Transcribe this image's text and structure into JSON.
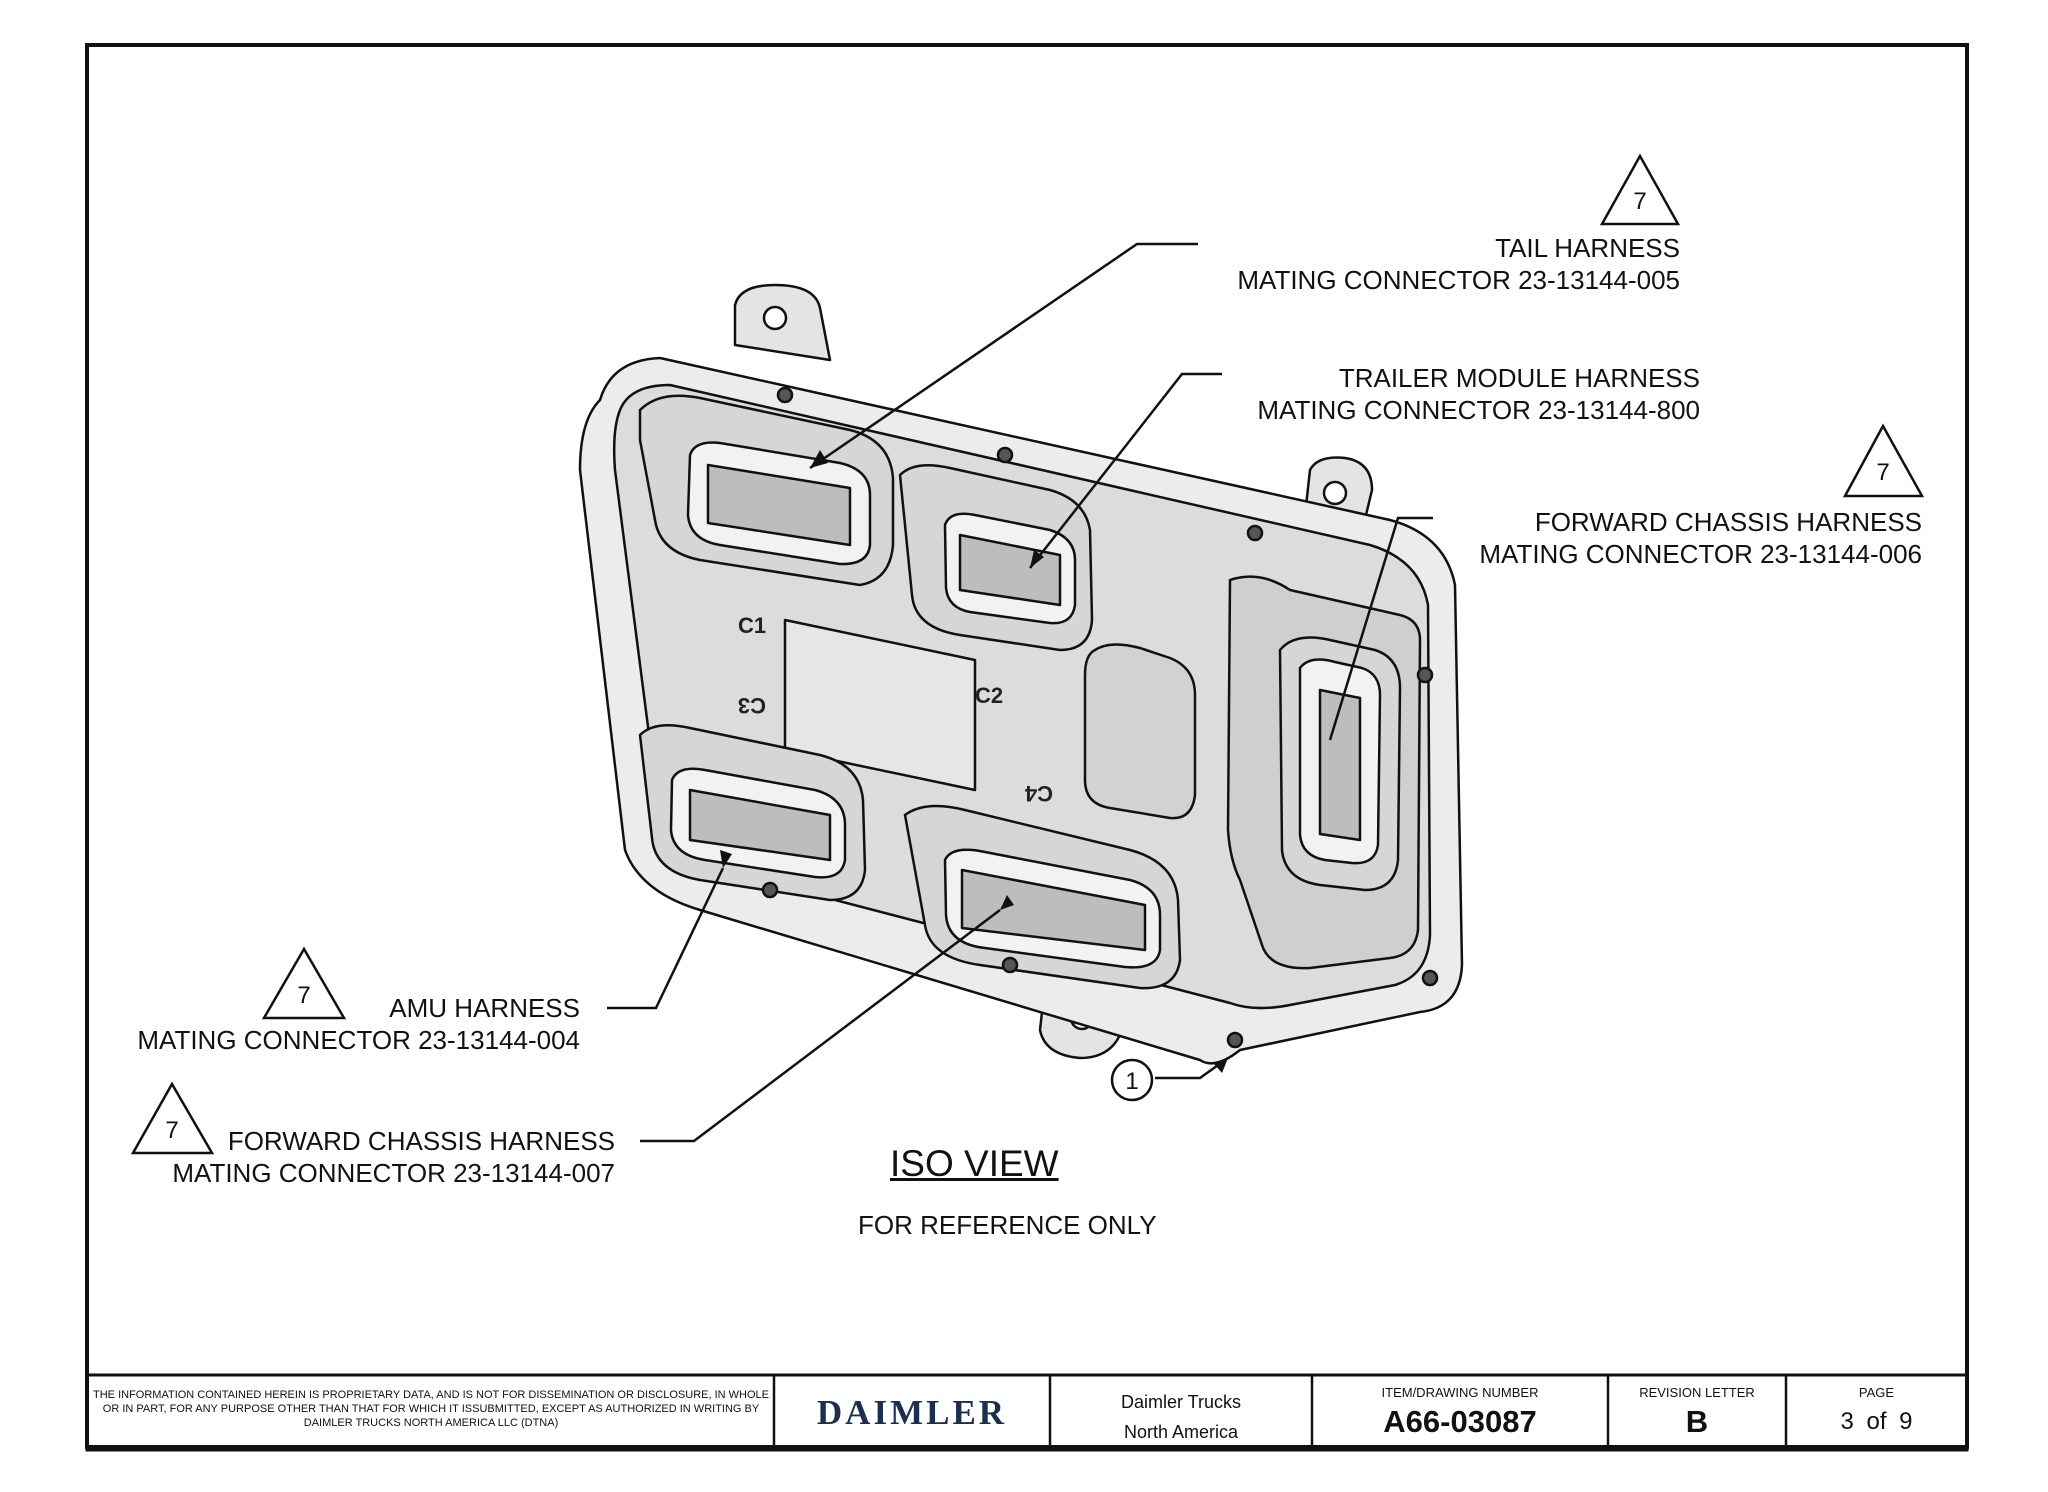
{
  "callouts": {
    "tail": {
      "line1": "TAIL HARNESS",
      "line2": "MATING CONNECTOR 23-13144-005",
      "flag": "7"
    },
    "trailer": {
      "line1": "TRAILER MODULE HARNESS",
      "line2": "MATING CONNECTOR 23-13144-800"
    },
    "fwd_chassis_006": {
      "line1": "FORWARD CHASSIS HARNESS",
      "line2": "MATING CONNECTOR 23-13144-006",
      "flag": "7"
    },
    "amu": {
      "line1": "AMU HARNESS",
      "line2": "MATING CONNECTOR 23-13144-004",
      "flag": "7"
    },
    "fwd_chassis_007": {
      "line1": "FORWARD CHASSIS HARNESS",
      "line2": "MATING CONNECTOR 23-13144-007",
      "flag": "7"
    }
  },
  "item_balloon": "1",
  "connector_marks": {
    "c1": "C1",
    "c2": "C2",
    "c3": "C3",
    "c4": "C4"
  },
  "view": {
    "title": "ISO VIEW",
    "subtitle": "FOR REFERENCE ONLY"
  },
  "title_block": {
    "notice": "THE INFORMATION CONTAINED HEREIN IS PROPRIETARY DATA, AND IS NOT FOR DISSEMINATION OR DISCLOSURE, IN WHOLE OR  IN PART, FOR ANY PURPOSE OTHER THAN THAT FOR WHICH IT ISSUBMITTED, EXCEPT AS AUTHORIZED IN WRITING BY DAIMLER TRUCKS NORTH AMERICA LLC (DTNA)",
    "logo": "DAIMLER",
    "company_line1": "Daimler Trucks",
    "company_line2": "North America",
    "drawing_number_caption": "ITEM/DRAWING NUMBER",
    "drawing_number": "A66-03087",
    "revision_caption": "REVISION LETTER",
    "revision": "B",
    "page_caption": "PAGE",
    "page_current": "3",
    "page_of": "of",
    "page_total": "9"
  }
}
